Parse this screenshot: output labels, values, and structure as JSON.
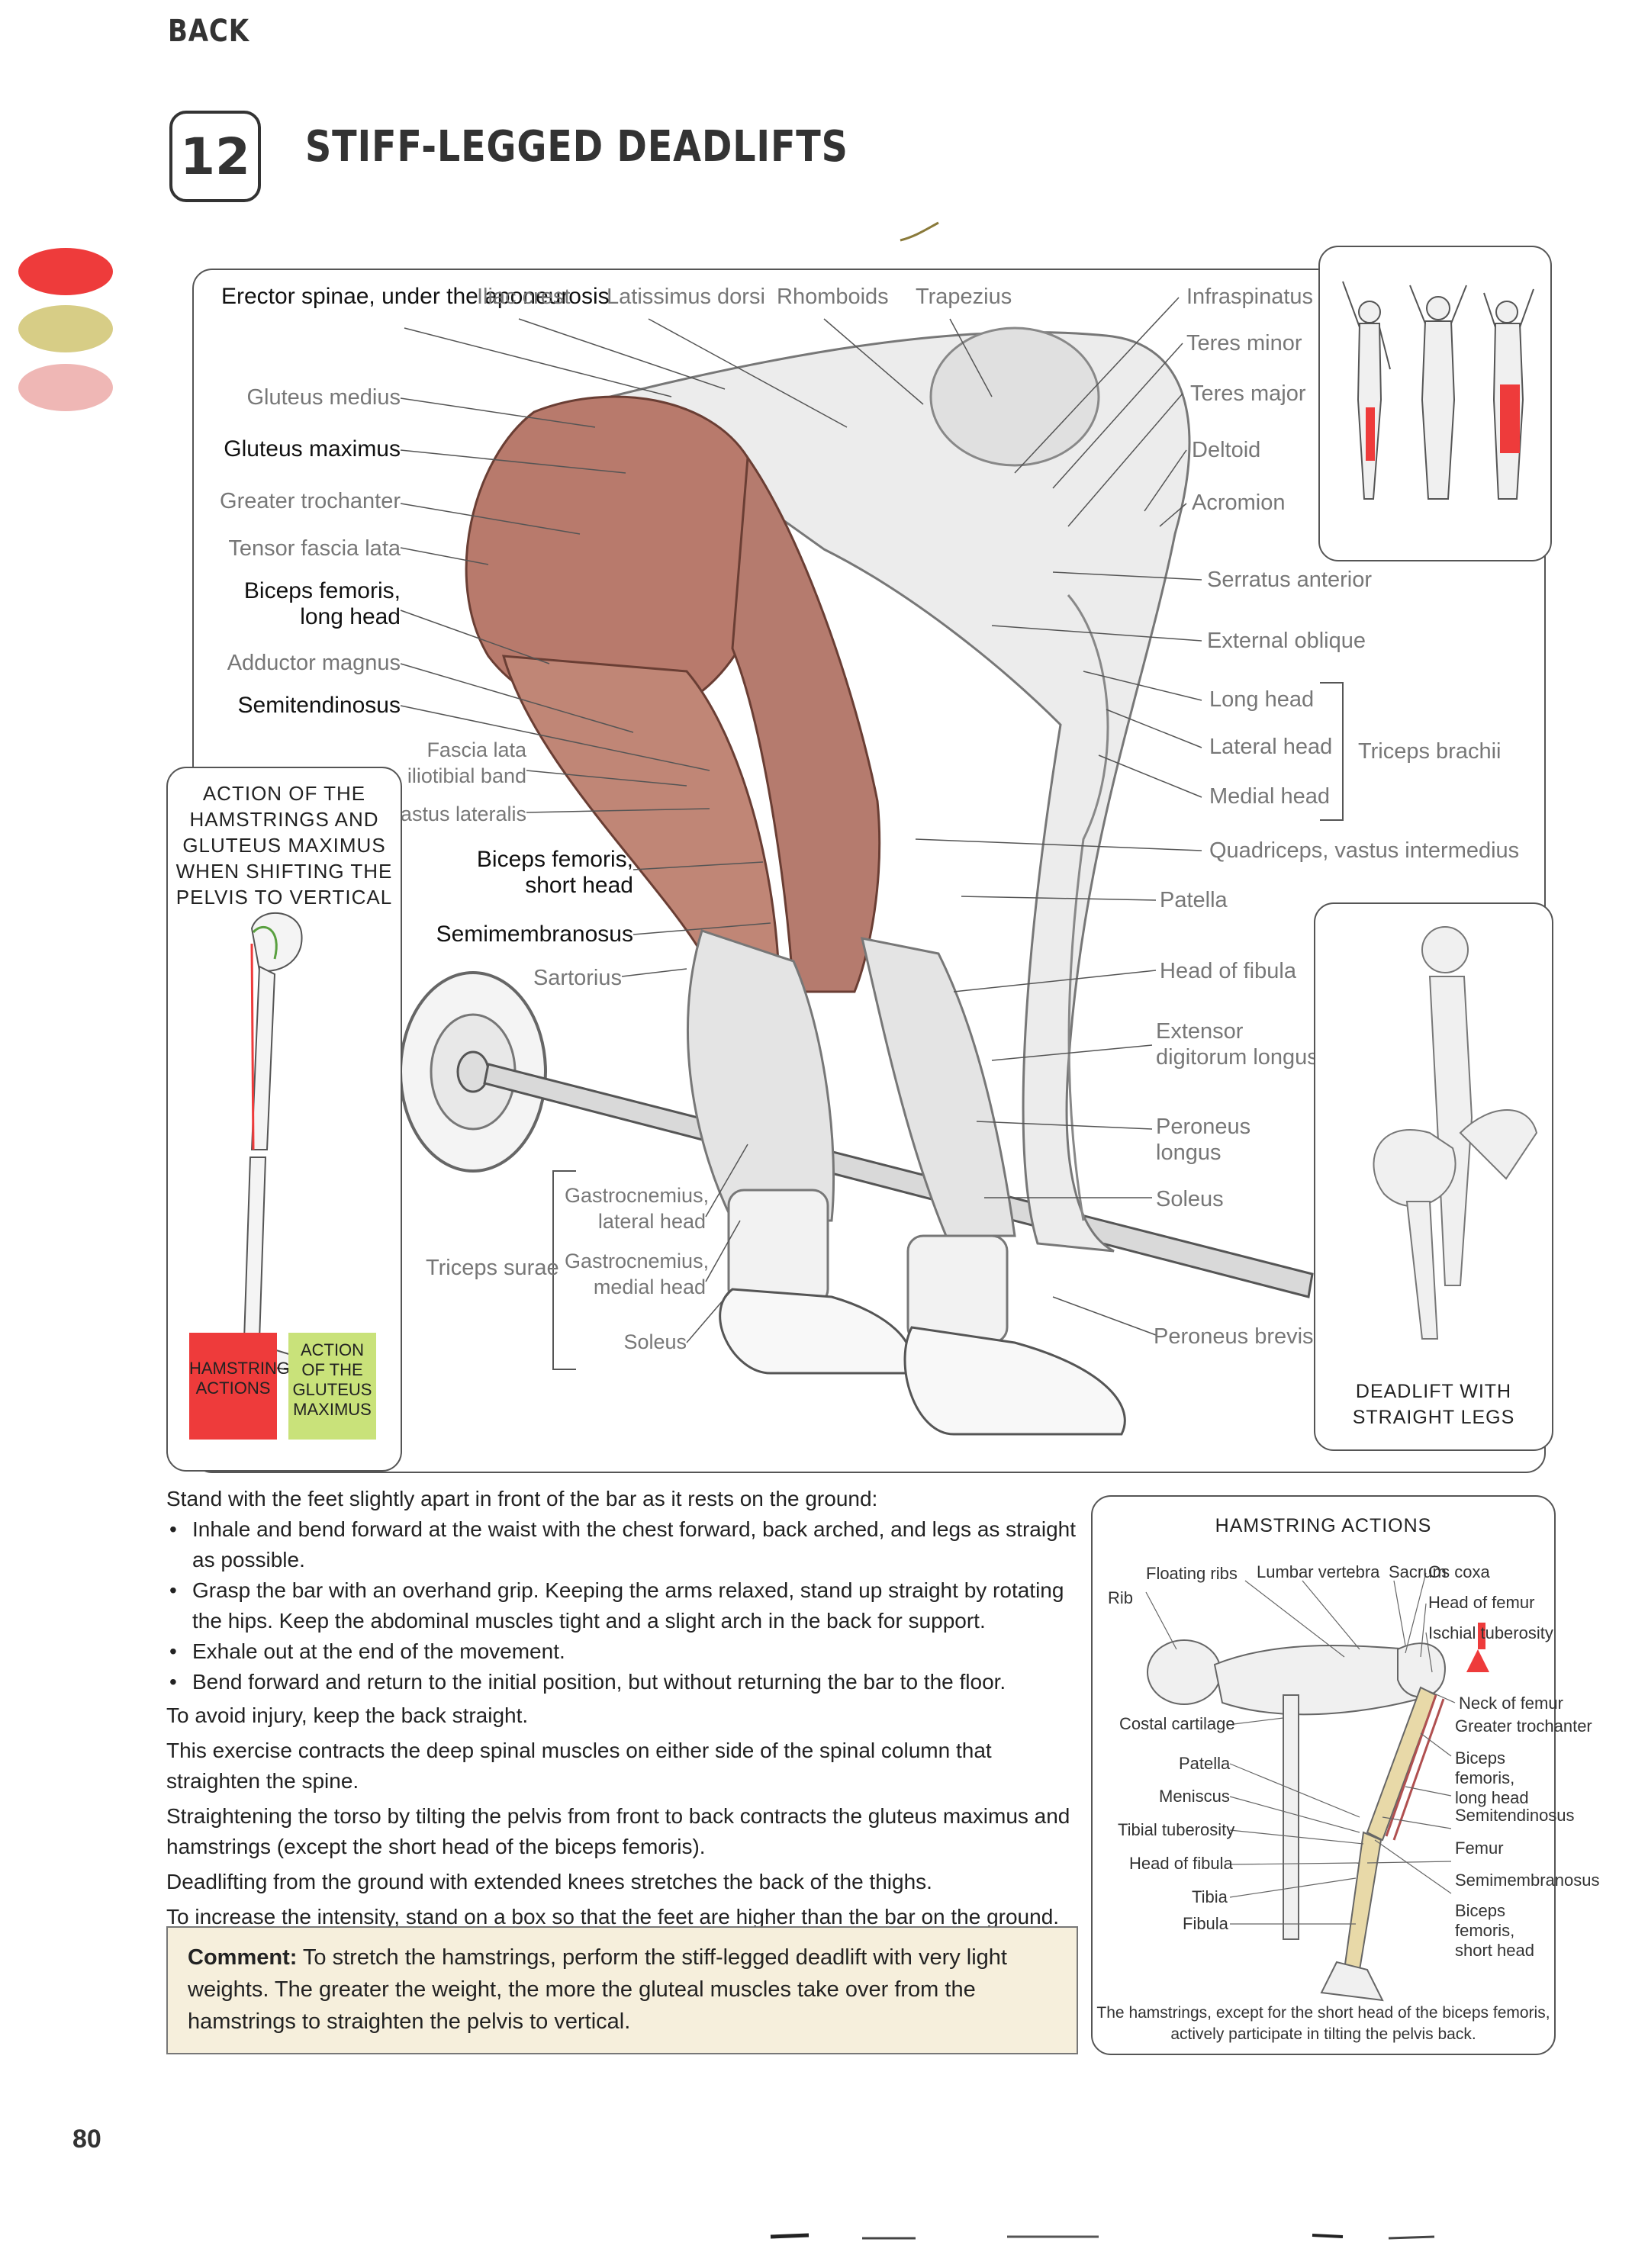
{
  "header": {
    "section": "BACK",
    "number": "12",
    "title": "STIFF-LEGGED DEADLIFTS"
  },
  "page_number": "80",
  "main_labels_left": [
    {
      "text": "Erector spinae,\nunder the\naponeurosis",
      "bold": true
    },
    {
      "text": "Gluteus medius",
      "bold": false
    },
    {
      "text": "Gluteus maximus",
      "bold": true
    },
    {
      "text": "Greater trochanter",
      "bold": false
    },
    {
      "text": "Tensor fascia lata",
      "bold": false
    },
    {
      "text": "Biceps femoris,\nlong head",
      "bold": true
    },
    {
      "text": "Adductor magnus",
      "bold": false
    },
    {
      "text": "Semitendinosus",
      "bold": true
    },
    {
      "text": "Fascia lata\niliotibial band",
      "bold": false
    },
    {
      "text": "Vastus lateralis",
      "bold": false
    },
    {
      "text": "Biceps femoris,\nshort head",
      "bold": true
    },
    {
      "text": "Semimembranosus",
      "bold": true
    },
    {
      "text": "Sartorius",
      "bold": false
    }
  ],
  "main_labels_top": [
    "Iliac crest",
    "Latissimus dorsi",
    "Rhomboids",
    "Trapezius"
  ],
  "main_labels_right": [
    "Infraspinatus",
    "Teres minor",
    "Teres major",
    "Deltoid",
    "Acromion",
    "Serratus anterior",
    "External oblique",
    "Long head",
    "Lateral head",
    "Medial head",
    "Quadriceps, vastus intermedius",
    "Patella",
    "Head of fibula",
    "Extensor\ndigitorum longus",
    "Peroneus\nlongus",
    "Soleus",
    "Peroneus brevis"
  ],
  "triceps_group": "Triceps brachii",
  "triceps_surae": {
    "group": "Triceps surae",
    "items": [
      "Gastrocnemius,\nlateral head",
      "Gastrocnemius,\nmedial head",
      "Soleus"
    ]
  },
  "action_box": {
    "title": "ACTION OF THE\nHAMSTRINGS AND\nGLUTEUS MAXIMUS\nWHEN SHIFTING THE\nPELVIS TO VERTICAL",
    "legend": [
      {
        "text": "HAMSTRING\nACTIONS",
        "color": "#ee3b3b"
      },
      {
        "text": "ACTION\nOF THE\nGLUTEUS\nMAXIMUS",
        "color": "#c9e27a"
      }
    ]
  },
  "deadlift_box": {
    "caption": "DEADLIFT WITH\nSTRAIGHT LEGS"
  },
  "instructions": {
    "intro": "Stand with the feet slightly apart in front of the bar as it rests on the ground:",
    "bullets": [
      "Inhale and bend forward at the waist with the chest forward, back arched, and legs as straight as possible.",
      "Grasp the bar with an overhand grip. Keeping the arms relaxed, stand up straight by rotating the hips. Keep the abdominal muscles tight and a slight arch in the back for support.",
      "Exhale out at the end of the movement.",
      "Bend forward and return to the initial position, but without returning the bar to the floor."
    ],
    "paragraphs": [
      "To avoid injury, keep the back straight.",
      "This exercise contracts the deep spinal muscles on either side of the spinal column that straighten the spine.",
      "Straightening the torso by tilting the pelvis from front to back contracts the gluteus maximus and hamstrings (except the short head of the biceps femoris).",
      "Deadlifting from the ground with extended knees stretches the back of the thighs.",
      "To increase the intensity, stand on a box so that the feet are higher than the bar on the ground."
    ]
  },
  "comment": {
    "label": "Comment:",
    "text": " To stretch the hamstrings, perform the stiff-legged deadlift with very light weights. The greater the weight, the more the gluteal muscles take over from the hamstrings to straighten the pelvis to vertical."
  },
  "hamstring_box": {
    "title": "HAMSTRING ACTIONS",
    "labels_left": [
      "Rib",
      "Floating ribs",
      "Lumbar vertebra",
      "Sacrum",
      "Costal cartilage",
      "Patella",
      "Meniscus",
      "Tibial tuberosity",
      "Head of fibula",
      "Tibia",
      "Fibula"
    ],
    "labels_right": [
      "Os coxa",
      "Head of femur",
      "Ischial tuberosity",
      "Neck of femur",
      "Greater trochanter",
      "Biceps femoris,\nlong head",
      "Semitendinosus",
      "Femur",
      "Semimembranosus",
      "Biceps femoris,\nshort head"
    ],
    "caption": "The hamstrings, except for the short head of the biceps femoris,\nactively participate in tilting the pelvis back."
  },
  "colors": {
    "red": "#ee3b3b",
    "khaki": "#d7cd86",
    "pink": "#efb7b5",
    "comment_bg": "#f6efdc",
    "muscle": "#b87a6c"
  }
}
